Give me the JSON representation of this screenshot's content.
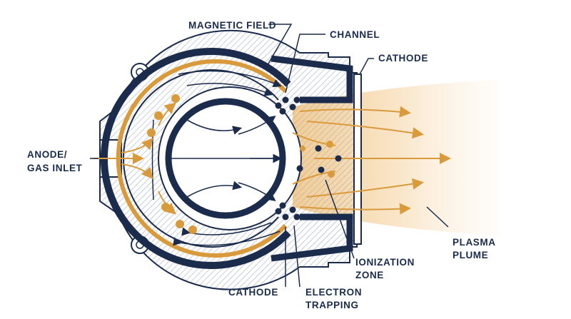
{
  "labels": {
    "magnetic_field": "MAGNETIC FIELD",
    "channel": "CHANNEL",
    "cathode_top": "CATHODE",
    "anode_line1": "ANODE/",
    "anode_line2": "GAS INLET",
    "plasma_line1": "PLASMA",
    "plasma_line2": "PLUME",
    "ionization_line1": "IONIZATION",
    "ionization_line2": "ZONE",
    "cathode_bottom": "CATHODE",
    "electron_line1": "ELECTRON",
    "electron_line2": "TRAPPING"
  },
  "colors": {
    "navy": "#1a2b4c",
    "orange": "#d99a3c",
    "plume": "#f5d8ac",
    "hatch": "#9aa3b2"
  }
}
